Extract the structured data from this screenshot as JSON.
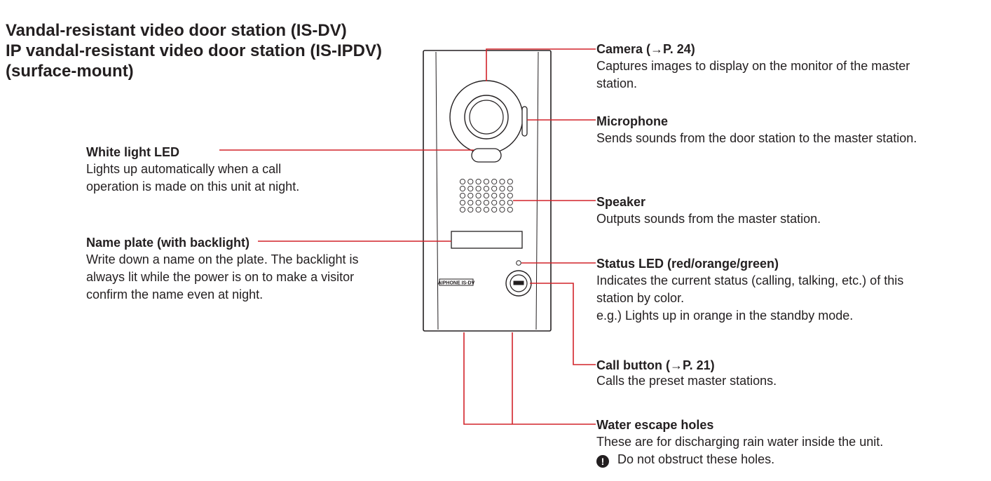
{
  "title": {
    "line1": "Vandal-resistant video door station (IS-DV)",
    "line2": "IP vandal-resistant video door station (IS-IPDV)",
    "line3": "(surface-mount)"
  },
  "device": {
    "brand_plate": "AIPHONE IS-DV"
  },
  "callouts": {
    "camera": {
      "heading": "Camera (→P. 24)",
      "desc": [
        "Captures images to display on the monitor of the master",
        "station."
      ]
    },
    "microphone": {
      "heading": "Microphone",
      "desc": [
        "Sends sounds from the door station to the master station."
      ]
    },
    "white_led": {
      "heading": "White light LED",
      "desc": [
        "Lights up automatically when a call",
        "operation is made on this unit at night."
      ]
    },
    "speaker": {
      "heading": "Speaker",
      "desc": [
        "Outputs sounds from the master station."
      ]
    },
    "name_plate": {
      "heading": "Name plate (with backlight)",
      "desc": [
        "Write down a name on the plate. The backlight is",
        "always lit while the power is on to make a visitor",
        "confirm the name even at night."
      ]
    },
    "status_led": {
      "heading": "Status LED (red/orange/green)",
      "desc": [
        "Indicates the current status (calling, talking, etc.) of this",
        "station by color.",
        "e.g.) Lights up in orange in the standby mode."
      ]
    },
    "call_button": {
      "heading": "Call button (→P. 21)",
      "desc": [
        "Calls the preset master stations."
      ]
    },
    "water_holes": {
      "heading": "Water escape holes",
      "desc": [
        "These are for discharging rain water inside the unit."
      ],
      "warning": "Do not obstruct these holes."
    }
  },
  "colors": {
    "leader": "#d2232a",
    "text": "#231f20",
    "device_line": "#231f20"
  }
}
